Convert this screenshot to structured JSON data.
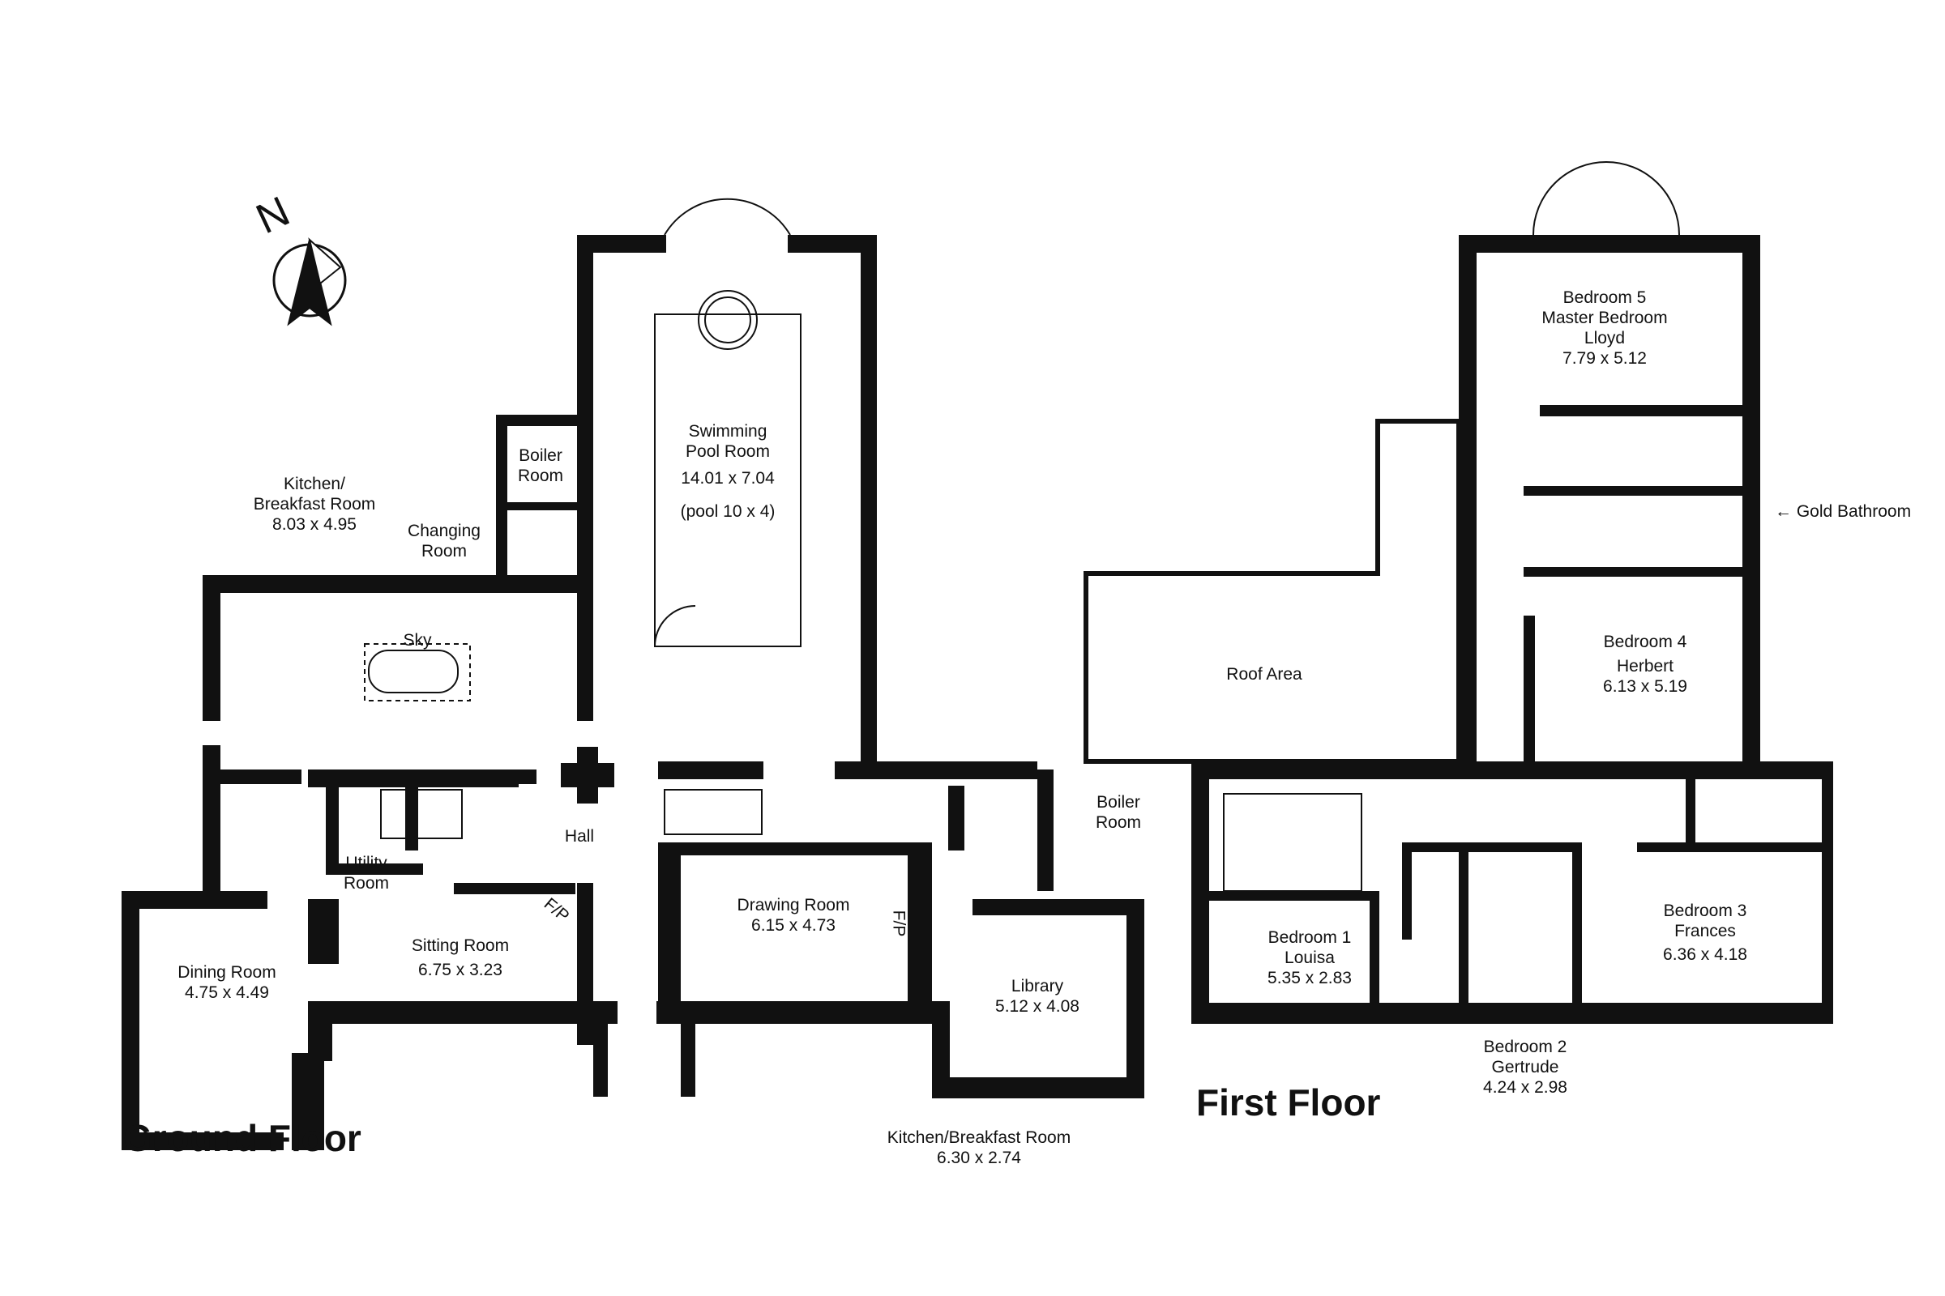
{
  "compass": {
    "letter": "N"
  },
  "floors": {
    "ground": "Ground Floor",
    "first": "First Floor"
  },
  "ground_rooms": {
    "pool": {
      "name1": "Swimming",
      "name2": "Pool Room",
      "size": "14.01 x 7.04",
      "pool": "(pool 10 x 4)"
    },
    "boiler1": {
      "name1": "Boiler",
      "name2": "Room"
    },
    "kitchen": {
      "name1": "Kitchen/",
      "name2": "Breakfast Room",
      "size": "8.03 x 4.95"
    },
    "changing": {
      "name1": "Changing",
      "name2": "Room"
    },
    "sky": "Sky",
    "hall": "Hall",
    "utility": {
      "name1": "Utility",
      "name2": "Room"
    },
    "sitting": {
      "name": "Sitting Room",
      "size": "6.75 x 3.23"
    },
    "dining": {
      "name": "Dining Room",
      "size": "4.75 x 4.49"
    },
    "drawing": {
      "name": "Drawing Room",
      "size": "6.15 x 4.73"
    },
    "boiler2": {
      "name1": "Boiler",
      "name2": "Room"
    },
    "library": {
      "name": "Library",
      "size": "5.12 x 4.08"
    },
    "kitchen2": {
      "name": "Kitchen/Breakfast Room",
      "size": "6.30 x 2.74"
    },
    "fp1": "F/P",
    "fp2": "F/P"
  },
  "first_rooms": {
    "bed5": {
      "name1": "Bedroom 5",
      "name2": "Master Bedroom",
      "name3": "Lloyd",
      "size": "7.79 x 5.12"
    },
    "gold": "Gold Bathroom",
    "roof": "Roof Area",
    "bed4": {
      "name1": "Bedroom 4",
      "name2": "Herbert",
      "size": "6.13 x 5.19"
    },
    "bed1": {
      "name1": "Bedroom 1",
      "name2": "Louisa",
      "size": "5.35 x 2.83"
    },
    "bed3": {
      "name1": "Bedroom 3",
      "name2": "Frances",
      "size": "6.36 x 4.18"
    },
    "bed2": {
      "name1": "Bedroom 2",
      "name2": "Gertrude",
      "size": "4.24 x 2.98"
    }
  },
  "colors": {
    "wall": "#111111",
    "background": "#ffffff"
  }
}
